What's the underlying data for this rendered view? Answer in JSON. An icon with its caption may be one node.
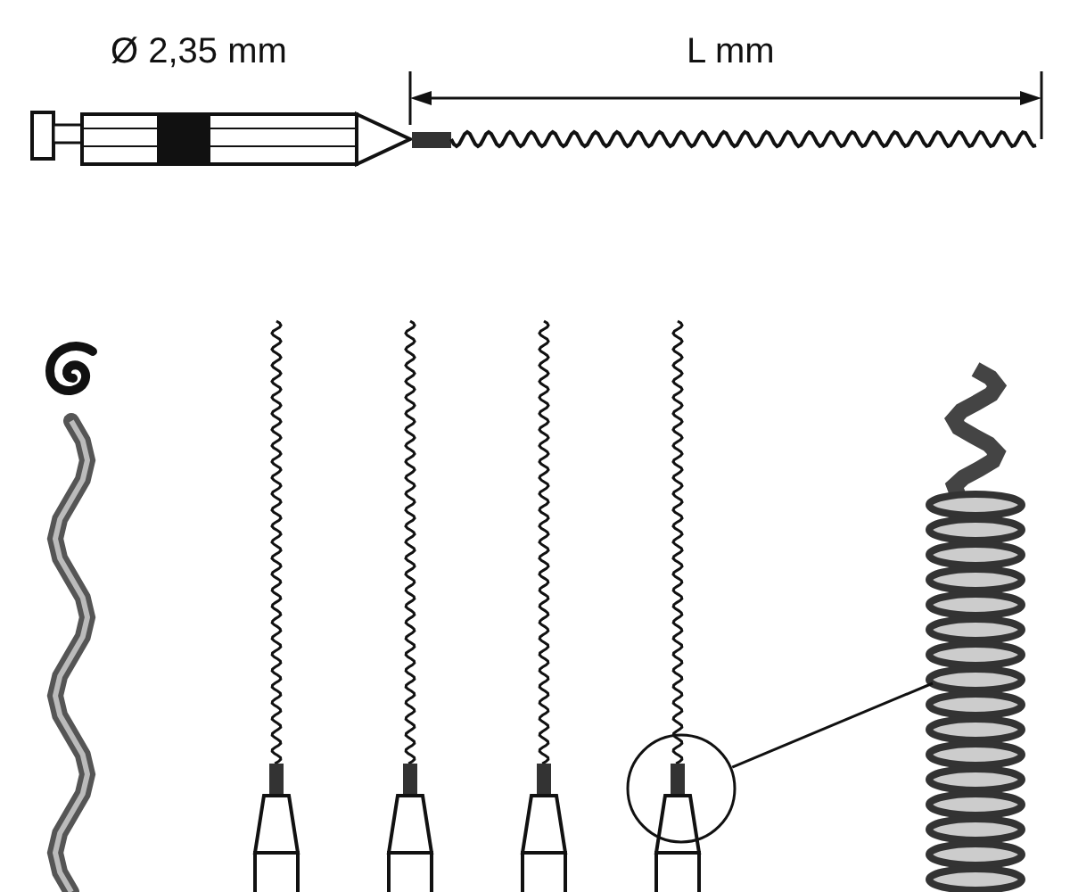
{
  "diagram": {
    "nodes": [
      {
        "text": [],
        "shape": "circle"
      },
      {
        "text": [],
        "shape": "picture"
      }
    ],
    "edges": [
      {
        "from": 0,
        "to": 1,
        "arrow": "none"
      }
    ],
    "labels": [
      "Ø 2,35 mm",
      "L mm"
    ]
  }
}
